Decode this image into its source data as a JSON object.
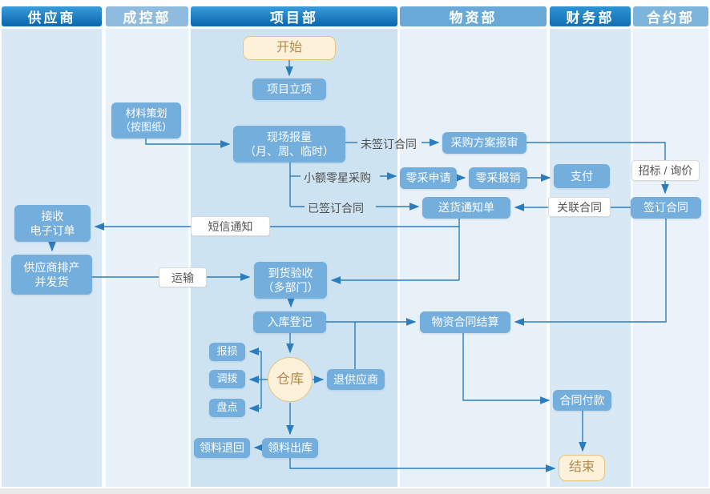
{
  "lanes": [
    {
      "name": "供应商"
    },
    {
      "name": "成控部"
    },
    {
      "name": "项目部"
    },
    {
      "name": "物资部"
    },
    {
      "name": "财务部"
    },
    {
      "name": "合约部"
    }
  ],
  "nodes": {
    "start": "开始",
    "project_initiation": "项目立项",
    "material_planning": {
      "line1": "材料策划",
      "line2": "（按图纸）"
    },
    "site_reporting": {
      "line1": "现场报量",
      "line2": "（月、周、临时）"
    },
    "purchase_plan_approval": "采购方案报审",
    "petty_purchase_apply": "零采申请",
    "petty_purchase_reimburse": "零采报销",
    "payment": "支付",
    "delivery_notice": "送货通知单",
    "sign_contract": "签订合同",
    "receive_order": {
      "line1": "接收",
      "line2": "电子订单"
    },
    "supplier_ship": {
      "line1": "供应商排产",
      "line2": "并发货"
    },
    "arrival_inspection": {
      "line1": "到货验收",
      "line2": "（多部门）"
    },
    "warehouse_entry": "入库登记",
    "settlement": "物资合同结算",
    "damage": "报损",
    "transfer": "调拨",
    "stocktake": "盘点",
    "warehouse": "仓库",
    "return_supplier": "退供应商",
    "requisition_return": "领料退回",
    "requisition_out": "领料出库",
    "contract_payment": "合同付款",
    "end": "结束"
  },
  "edge_labels": {
    "unsigned_contract": "未签订合同",
    "petty_purchase": "小额零星采购",
    "signed_contract": "已签订合同",
    "bidding_inquiry": "招标 / 询价",
    "related_contract": "关联合同",
    "sms_notice": "短信通知",
    "transport": "运输"
  },
  "colors": {
    "lane_header_dark": "#0d6bb1",
    "lane_header_medium": "#68a9d7",
    "node_blue": "#73aedd",
    "node_cream_bg": "#fdf1da",
    "node_cream_border": "#eac27e",
    "connector": "#2b7dbd",
    "label_text": "#4d4d4d"
  }
}
